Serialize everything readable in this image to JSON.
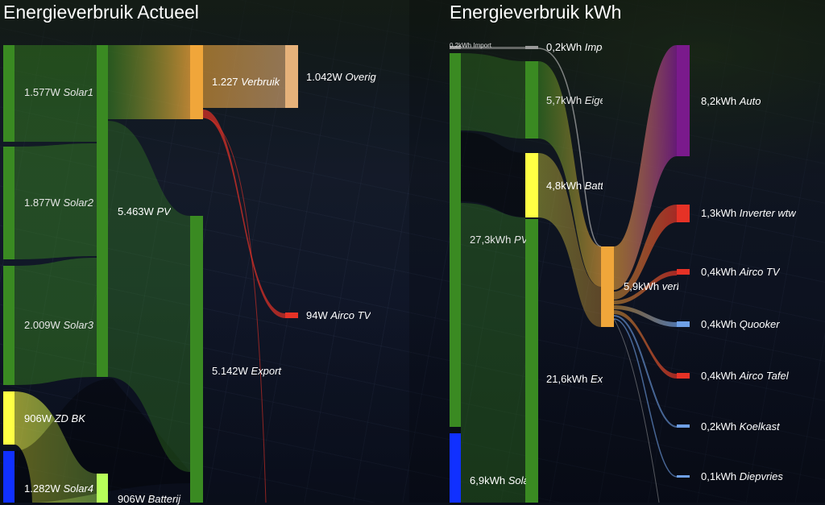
{
  "left": {
    "title": "Energieverbruik Actueel",
    "nodes": {
      "solar1": {
        "value": "1.577W",
        "name": "Solar1"
      },
      "solar2": {
        "value": "1.877W",
        "name": "Solar2"
      },
      "solar3": {
        "value": "2.009W",
        "name": "Solar3"
      },
      "zdbk": {
        "value": "906W",
        "name": "ZD BK"
      },
      "solar4": {
        "value": "1.282W",
        "name": "Solar4"
      },
      "pv": {
        "value": "5.463W",
        "name": "PV"
      },
      "batterij": {
        "value": "906W",
        "name": "Batterij"
      },
      "verbruik": {
        "value": "1.227",
        "name": "Verbruik"
      },
      "export": {
        "value": "5.142W",
        "name": "Export"
      },
      "overig": {
        "value": "1.042W",
        "name": "Overig"
      },
      "airco": {
        "value": "94W",
        "name": "Airco TV"
      }
    }
  },
  "right": {
    "title": "Energieverbruik kWh",
    "nodes": {
      "import_src": {
        "text": "0,2kWh Import"
      },
      "import": {
        "value": "0,2kWh",
        "name": "Import"
      },
      "eigen": {
        "value": "5,7kWh",
        "name": "Eigen"
      },
      "batt": {
        "value": "4,8kWh",
        "name": "Batterij"
      },
      "pv": {
        "value": "27,3kWh",
        "name": "PV"
      },
      "export": {
        "value": "21,6kWh",
        "name": "Export"
      },
      "solar": {
        "value": "6,9kWh",
        "name": "Solar"
      },
      "verbruik": {
        "value": "5,9kWh",
        "name": "verbruik"
      },
      "auto": {
        "value": "8,2kWh",
        "name": "Auto"
      },
      "inverter": {
        "value": "1,3kWh",
        "name": "Inverter wtw"
      },
      "aircotv": {
        "value": "0,4kWh",
        "name": "Airco TV"
      },
      "quooker": {
        "value": "0,4kWh",
        "name": "Quooker"
      },
      "aircotafel": {
        "value": "0,4kWh",
        "name": "Airco Tafel"
      },
      "koelkast": {
        "value": "0,2kWh",
        "name": "Koelkast"
      },
      "diepvries": {
        "value": "0,1kWh",
        "name": "Diepvries"
      }
    }
  },
  "colors": {
    "green": "#3a8a22",
    "orange": "#f0a63a",
    "tan": "#e6b27a",
    "yellow": "#ffff44",
    "lime": "#b7ff5a",
    "blue": "#1030ff",
    "red": "#e63226",
    "purple": "#7a1a8c",
    "lightblue": "#6fa0e6",
    "grey": "#9a9a9a"
  }
}
